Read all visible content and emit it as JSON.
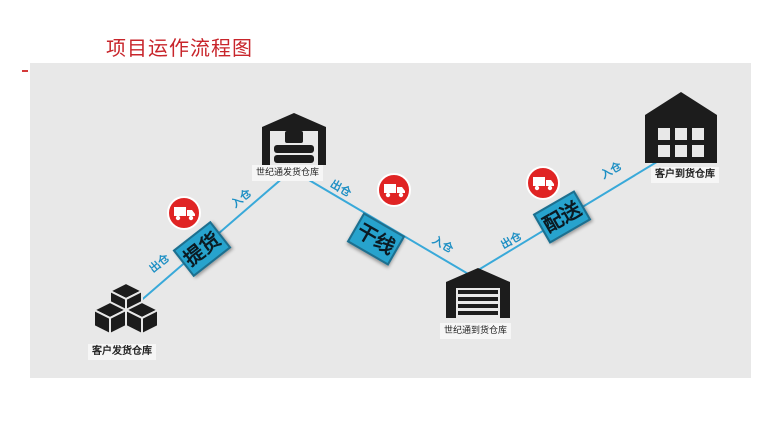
{
  "page": {
    "title": "项目运作流程图"
  },
  "colors": {
    "title": "#c8252b",
    "path": "#39a9d9",
    "stage_fill": "#27a3cd",
    "truck_badge": "#e02424",
    "icon": "#1f1f1f"
  },
  "warehouses": {
    "customer_shipping": "客户发货仓库",
    "shiji_shipping": "世纪通发货仓库",
    "shiji_arrival": "世纪通到货仓库",
    "customer_arrival": "客户到货仓库"
  },
  "stages": {
    "pickup": "提货",
    "trunk": "干线",
    "delivery": "配送"
  },
  "edge_labels": {
    "out1": "出仓",
    "in1": "入仓",
    "out2": "出仓",
    "in2": "入仓",
    "out3": "出仓",
    "in3": "入仓"
  },
  "icons": {
    "boxes": "boxes-icon",
    "warehouse_goods": "warehouse-icon",
    "warehouse_door": "warehouse-door-icon",
    "warehouse_grid": "warehouse-grid-icon",
    "truck": "truck-icon"
  }
}
